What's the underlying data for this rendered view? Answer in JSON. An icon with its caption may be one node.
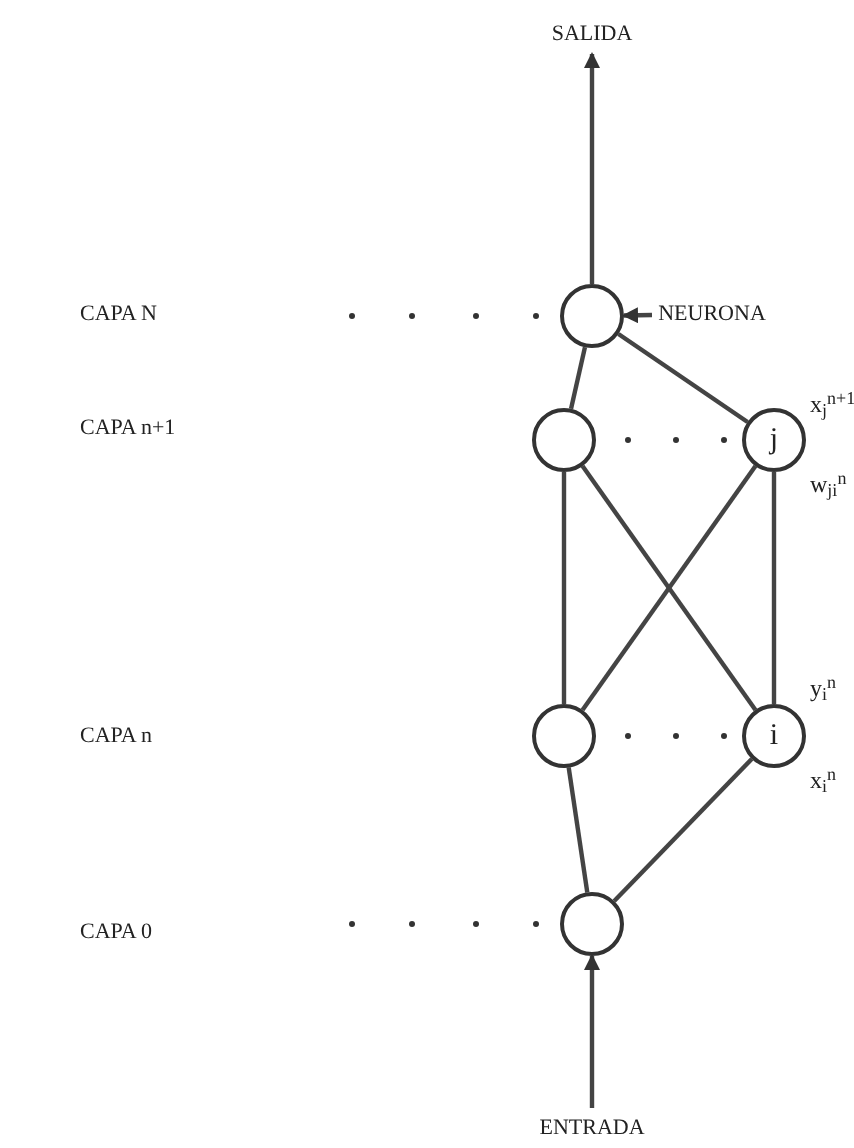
{
  "diagram": {
    "nodes": [
      {
        "text": [
          "SALIDA"
        ]
      },
      {
        "text": [],
        "shape": "circle"
      },
      {
        "text": [
          "NEURONA"
        ]
      },
      {
        "text": [],
        "shape": "circle"
      },
      {
        "text": [
          "j"
        ],
        "beside": [
          "x$_{j}$$^{n+1}$",
          "w$_{ji}$$^{n}$"
        ]
      },
      {
        "text": [],
        "shape": "circle"
      },
      {
        "text": [
          "i"
        ],
        "beside": [
          "y$_{i}$$^{n}$",
          "x$_{i}$$^{n}$"
        ]
      },
      {
        "text": [],
        "shape": "circle"
      },
      {
        "text": [
          "ENTRADA"
        ]
      }
    ],
    "edges": [
      {
        "from": 1,
        "to": 0,
        "arrow": "to"
      },
      {
        "from": 2,
        "to": 1,
        "arrow": "to"
      },
      {
        "from": 1,
        "to": 3,
        "arrow": "none"
      },
      {
        "from": 1,
        "to": 4,
        "arrow": "none"
      },
      {
        "from": 3,
        "to": 5,
        "arrow": "none"
      },
      {
        "from": 3,
        "to": 6,
        "arrow": "none"
      },
      {
        "from": 4,
        "to": 5,
        "arrow": "none"
      },
      {
        "from": 4,
        "to": 6,
        "arrow": "none"
      },
      {
        "from": 5,
        "to": 7,
        "arrow": "none"
      },
      {
        "from": 6,
        "to": 7,
        "arrow": "none"
      },
      {
        "from": 8,
        "to": 7,
        "arrow": "to"
      }
    ],
    "labels": [
      "CAPA N",
      "CAPA n+1",
      "CAPA n",
      "CAPA 0"
    ]
  }
}
